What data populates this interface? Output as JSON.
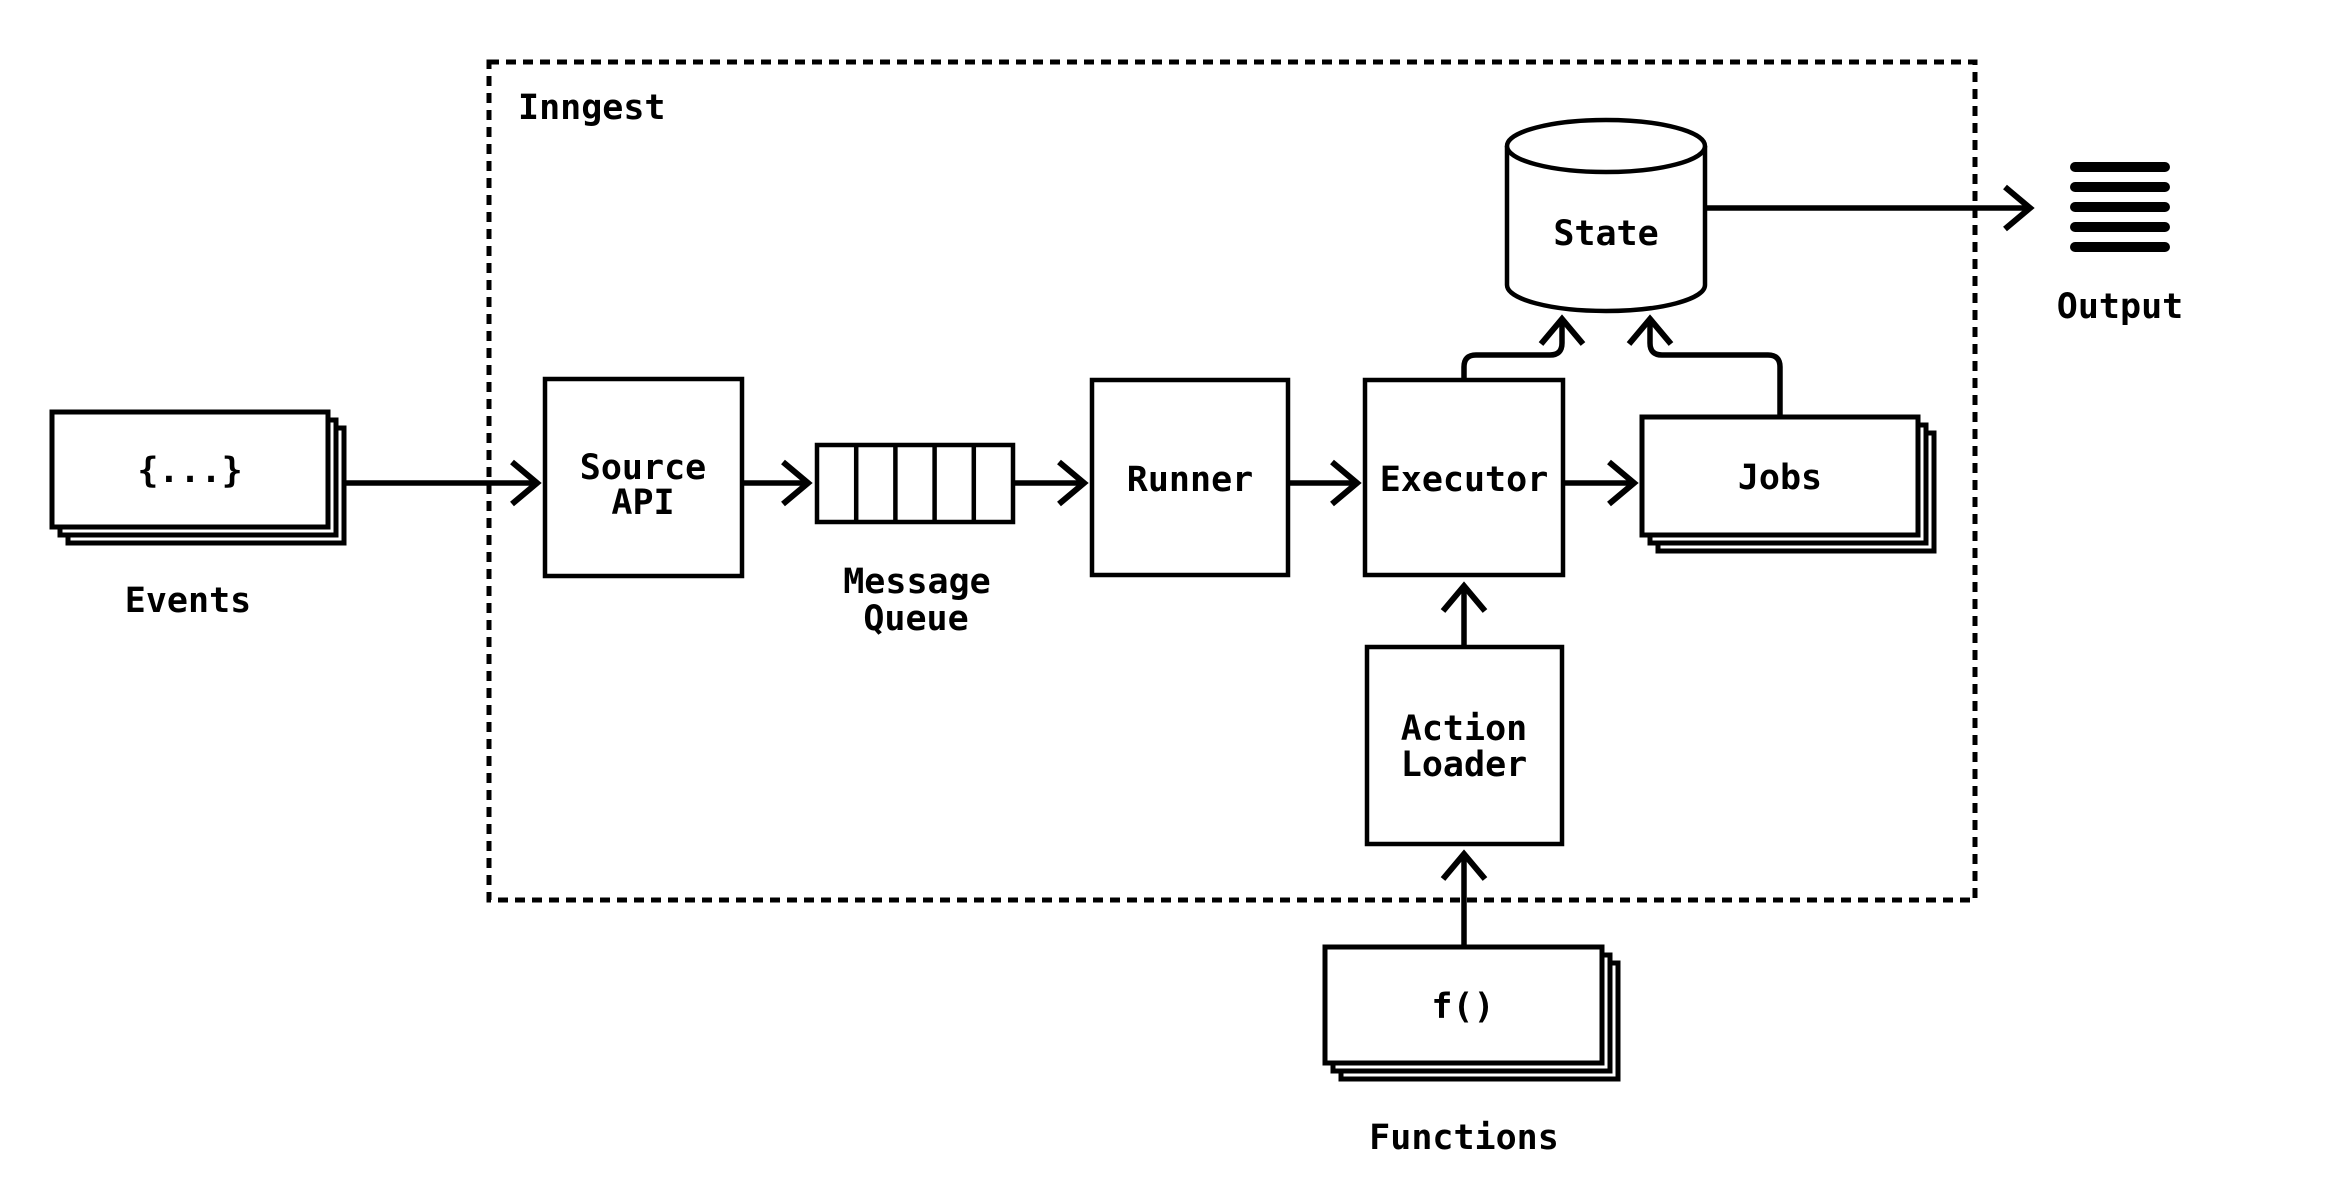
{
  "diagram": {
    "kind": "architecture-flow-diagram",
    "colors": {
      "ink": "#000000",
      "background": "#ffffff"
    }
  },
  "container": {
    "label": "Inngest"
  },
  "nodes": {
    "events": {
      "kind": "stacked-box",
      "box_label": "{...}",
      "caption": "Events"
    },
    "source_api": {
      "kind": "box",
      "label_line1": "Source",
      "label_line2": "API"
    },
    "message_queue": {
      "kind": "queue-icon",
      "cells": 5,
      "caption_line1": "Message",
      "caption_line2": "Queue"
    },
    "runner": {
      "kind": "box",
      "label": "Runner"
    },
    "executor": {
      "kind": "box",
      "label": "Executor"
    },
    "jobs": {
      "kind": "stacked-box",
      "label": "Jobs"
    },
    "state": {
      "kind": "cylinder",
      "label": "State"
    },
    "action_loader": {
      "kind": "box",
      "label_line1": "Action",
      "label_line2": "Loader"
    },
    "functions": {
      "kind": "stacked-box",
      "box_label": "f()",
      "caption": "Functions"
    },
    "output": {
      "kind": "lines-icon",
      "lines": 5,
      "caption": "Output"
    }
  },
  "edges": [
    {
      "from": "events",
      "to": "source_api"
    },
    {
      "from": "source_api",
      "to": "message_queue"
    },
    {
      "from": "message_queue",
      "to": "runner"
    },
    {
      "from": "runner",
      "to": "executor"
    },
    {
      "from": "executor",
      "to": "jobs"
    },
    {
      "from": "executor",
      "to": "state"
    },
    {
      "from": "jobs",
      "to": "state"
    },
    {
      "from": "state",
      "to": "output"
    },
    {
      "from": "action_loader",
      "to": "executor"
    },
    {
      "from": "functions",
      "to": "action_loader"
    }
  ]
}
